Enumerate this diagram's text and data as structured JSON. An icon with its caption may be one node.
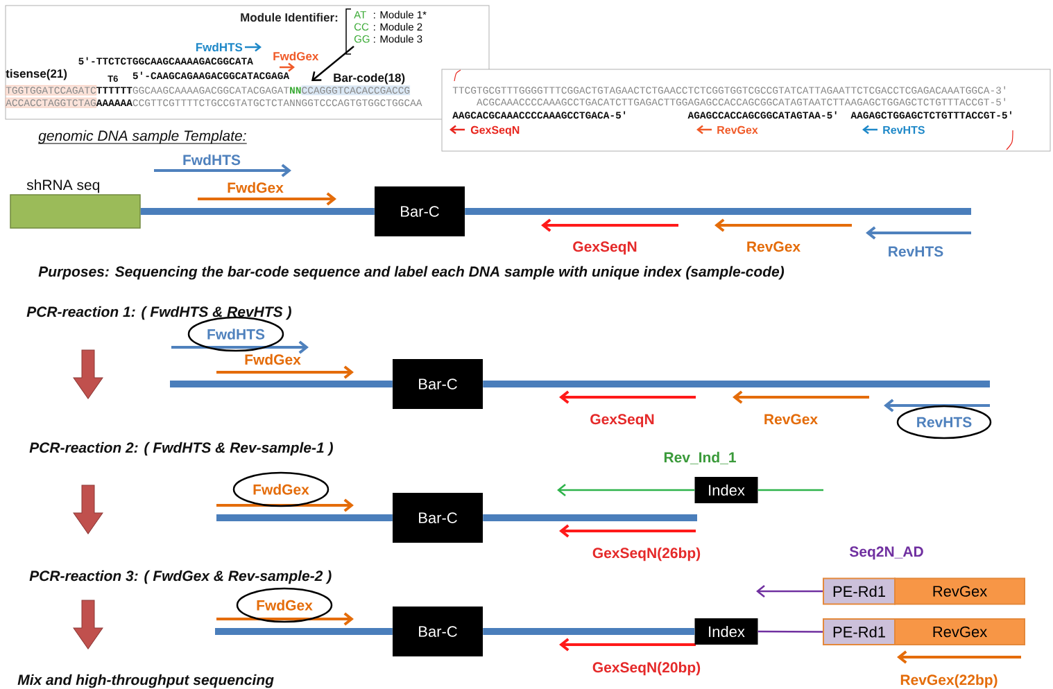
{
  "diagram": {
    "nodes": [
      {
        "text": [
          "FwdHTS",
          "FwdGex",
          "5′-TTCTCTGGCAAGCAAAAGACGGCATA",
          "tisense(21)",
          "T6",
          "5′-CAAGCAGAAGACGGCATACGAGA",
          "Bar-code(18)",
          "TGGTGGATCCAGATC",
          "TTTTTT",
          "GGCAAGCAAAAGACGGCATACGAGAT",
          "NN",
          "CCAGGGTCACACCGACCG",
          "ACCACCTAGGTCTAG",
          "AAAAAA",
          "CCGTTCGTTTTCTGCCGTATGCTCTANNGGTCCCAGTGTGGCTGGCAA"
        ]
      },
      {
        "text": [
          "Module Identifier:",
          "AT",
          ": Module 1*",
          "CC",
          ": Module 2",
          "GG",
          ": Module 3"
        ],
        "in": 0
      },
      {
        "text": [
          "TTCGTGCGTTTGGGGTTTCGGACTGTAGAACTCTGAACCTCTCGGTGGTCGCCGTATCATTAGAATTCTCGACCTCGAGACAAATGGCA-3′",
          "ACGCAAACCCCAAAGCCTGACATCTTGAGACTTGGAGAGCCACCAGCGGCATAGTAATCTTAAGAGCTGGAGCTCTGTTTACCGT-5′",
          "AAGCACGCAAACCCCAAAGCCTGACA-5′",
          "AGAGCCACCAGCGGCATAGTAA-5′",
          "AAGAGCTGGAGCTCTGTTTACCGT-5′",
          "GexSeqN",
          "RevGex",
          "RevHTS"
        ]
      },
      {
        "text": [
          "shRNA seq"
        ]
      },
      {
        "text": [
          "Bar-C"
        ]
      },
      {
        "text": [
          "FwdHTS"
        ]
      },
      {
        "text": [
          "Bar-C"
        ]
      },
      {
        "text": [
          "RevHTS"
        ]
      },
      {
        "text": [
          "FwdGex"
        ]
      },
      {
        "text": [
          "Bar-C"
        ]
      },
      {
        "text": [
          "Index"
        ]
      },
      {
        "text": [
          "FwdGex"
        ]
      },
      {
        "text": [
          "Bar-C"
        ]
      },
      {
        "text": [
          "Index"
        ]
      },
      {
        "text": [
          "PE-Rd1"
        ]
      },
      {
        "text": [
          "RevGex"
        ]
      },
      {
        "text": [
          "PE-Rd1"
        ]
      },
      {
        "text": [
          "RevGex"
        ]
      }
    ],
    "edges": [
      {
        "from": 1,
        "to": null,
        "arrow": "to",
        "color": "#000000"
      },
      {
        "from": 3,
        "to": 4,
        "arrow": "none"
      },
      {
        "from": 4,
        "to": null,
        "arrow": "none"
      },
      {
        "from": null,
        "to": 6,
        "arrow": "none"
      },
      {
        "from": 6,
        "to": null,
        "arrow": "none"
      },
      {
        "from": null,
        "to": 9,
        "arrow": "none"
      },
      {
        "from": 9,
        "to": null,
        "arrow": "none"
      },
      {
        "from": 10,
        "to": null,
        "arrow": "to",
        "color": "#2db34a"
      },
      {
        "from": 10,
        "to": null,
        "arrow": "none",
        "color": "#2db34a"
      },
      {
        "from": null,
        "to": 12,
        "arrow": "none"
      },
      {
        "from": 12,
        "to": 13,
        "arrow": "none"
      },
      {
        "from": 13,
        "to": 16,
        "arrow": "none",
        "color": "#7030a0"
      },
      {
        "from": 14,
        "to": null,
        "arrow": "to",
        "color": "#7030a0"
      }
    ],
    "labels": [
      "genomic DNA sample Template:",
      "FwdHTS",
      "FwdGex",
      "GexSeqN",
      "RevGex",
      "RevHTS",
      "Purposes: Sequencing the bar-code sequence and label each DNA sample with unique index (sample-code)",
      "PCR-reaction 1: ( FwdHTS & RevHTS )",
      "FwdGex",
      "GexSeqN",
      "RevGex",
      "PCR-reaction 2: ( FwdHTS & Rev-sample-1 )",
      "Rev_Ind_1",
      "GexSeqN(26bp)",
      "Seq2N_AD",
      "PCR-reaction 3: ( FwdGex & Rev-sample-2 )",
      "GexSeqN(20bp)",
      "Mix and high-throughput sequencing",
      "RevGex(22bp)"
    ]
  }
}
